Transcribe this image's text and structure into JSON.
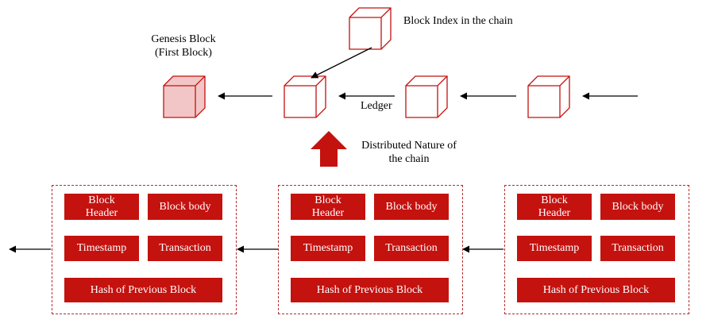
{
  "colors": {
    "block_red": "#c4120f",
    "cube_stroke": "#c4120f",
    "genesis_fill": "#f2c6c6",
    "panel_border": "#b03030",
    "arrow": "#000000",
    "up_arrow": "#c4120f"
  },
  "labels": {
    "genesis_line1": "Genesis Block",
    "genesis_line2": "(First Block)",
    "block_index": "Block Index in the chain",
    "ledger": "Ledger",
    "distributed_line1": "Distributed Nature of",
    "distributed_line2": "the chain"
  },
  "blocks": [
    {
      "header_line1": "Block",
      "header_line2": "Header",
      "body": "Block body",
      "timestamp": "Timestamp",
      "transaction": "Transaction",
      "hash": "Hash of Previous Block"
    },
    {
      "header_line1": "Block",
      "header_line2": "Header",
      "body": "Block body",
      "timestamp": "Timestamp",
      "transaction": "Transaction",
      "hash": "Hash of Previous Block"
    },
    {
      "header_line1": "Block",
      "header_line2": "Header",
      "body": "Block body",
      "timestamp": "Timestamp",
      "transaction": "Transaction",
      "hash": "Hash of Previous Block"
    }
  ]
}
